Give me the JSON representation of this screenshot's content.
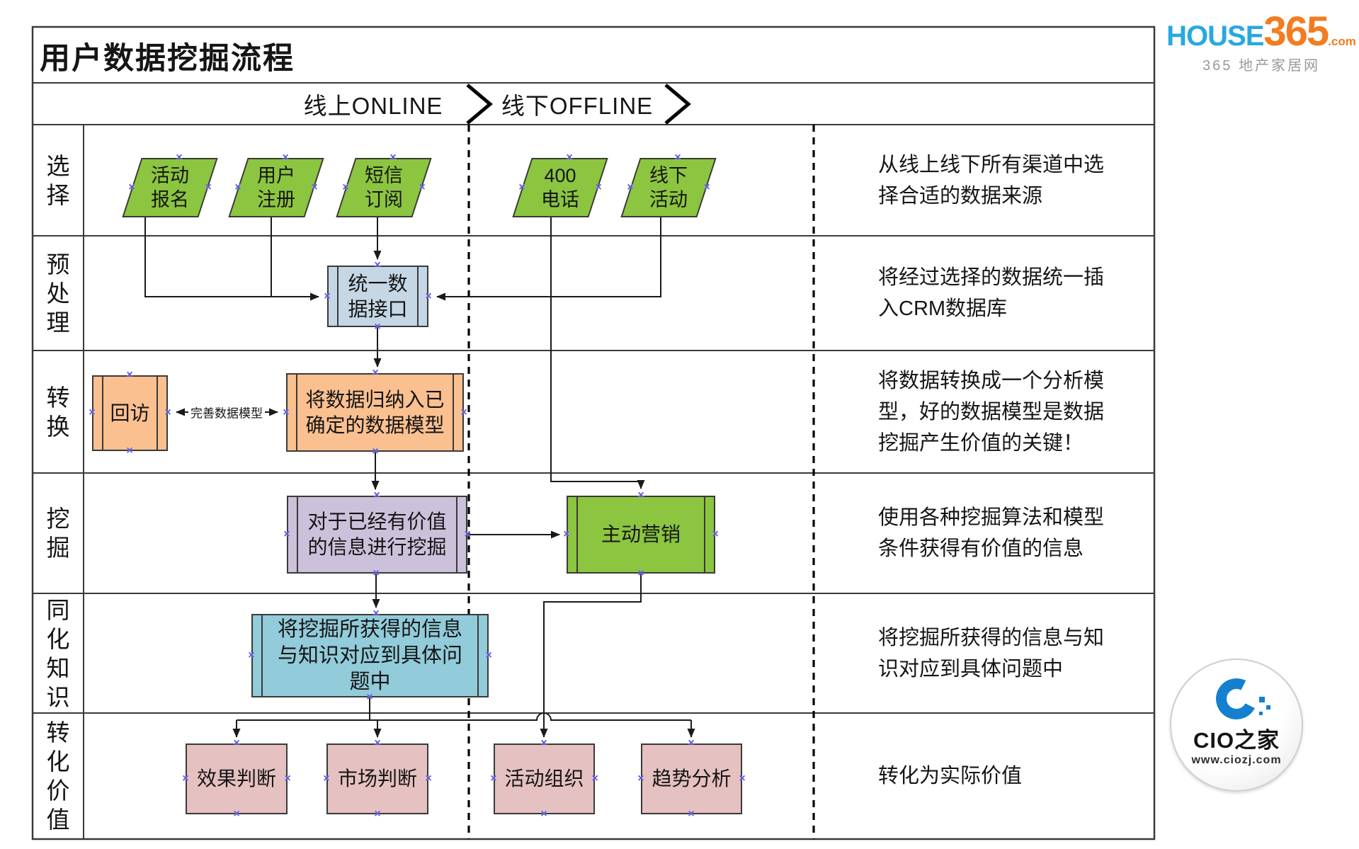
{
  "title": "用户数据挖掘流程",
  "header": {
    "online": "线上ONLINE",
    "offline": "线下OFFLINE"
  },
  "stages": [
    {
      "label": "选择",
      "desc": "从线上线下所有渠道中选择合适的数据来源"
    },
    {
      "label": "预处理",
      "desc": "将经过选择的数据统一插入CRM数据库"
    },
    {
      "label": "转换",
      "desc": "将数据转换成一个分析模型，好的数据模型是数据挖掘产生价值的关键！"
    },
    {
      "label": "挖掘",
      "desc": "使用各种挖掘算法和模型条件获得有价值的信息"
    },
    {
      "label": "同化知识",
      "desc": "将挖掘所获得的信息与知识对应到具体问题中"
    },
    {
      "label": "转化价值",
      "desc": "转化为实际价值"
    }
  ],
  "nodes": {
    "sources_online": [
      "活动报名",
      "用户注册",
      "短信订阅"
    ],
    "sources_offline": [
      "400电话",
      "线下活动"
    ],
    "unified_interface": "统一数据接口",
    "callback": "回访",
    "model_box": "将数据归纳入已确定的数据模型",
    "mining_box": "对于已经有价值的信息进行挖掘",
    "marketing_box": "主动营销",
    "knowledge_box": "将挖掘所获得的信息与知识对应到具体问题中",
    "outputs": [
      "效果判断",
      "市场判断",
      "活动组织",
      "趋势分析"
    ]
  },
  "edge_labels": {
    "perfect_model": "完善数据模型"
  },
  "icons": {
    "connection_point_glyph": "×",
    "chevron_glyph": "❯"
  },
  "logos": {
    "house365": {
      "house": "HOUSE",
      "num": "365",
      "dotcom": ".com",
      "tagline": "365 地产家居网"
    },
    "cio": {
      "name": "CIO之家",
      "url": "www.ciozj.com"
    }
  },
  "colors": {
    "green": "#8CC540",
    "peach": "#FAC090",
    "bluegray": "#C5D6E4",
    "lavender": "#CCC1DA",
    "teal": "#92CBDA",
    "pink": "#E6C1C1",
    "line": "#1a1a1a",
    "frame": "#3a3a3a",
    "hblue": "#29A8DF",
    "horange": "#F47B20",
    "marker": "#5757E0",
    "taggray": "#9A9A9A",
    "cioblue": "#1580D0"
  }
}
